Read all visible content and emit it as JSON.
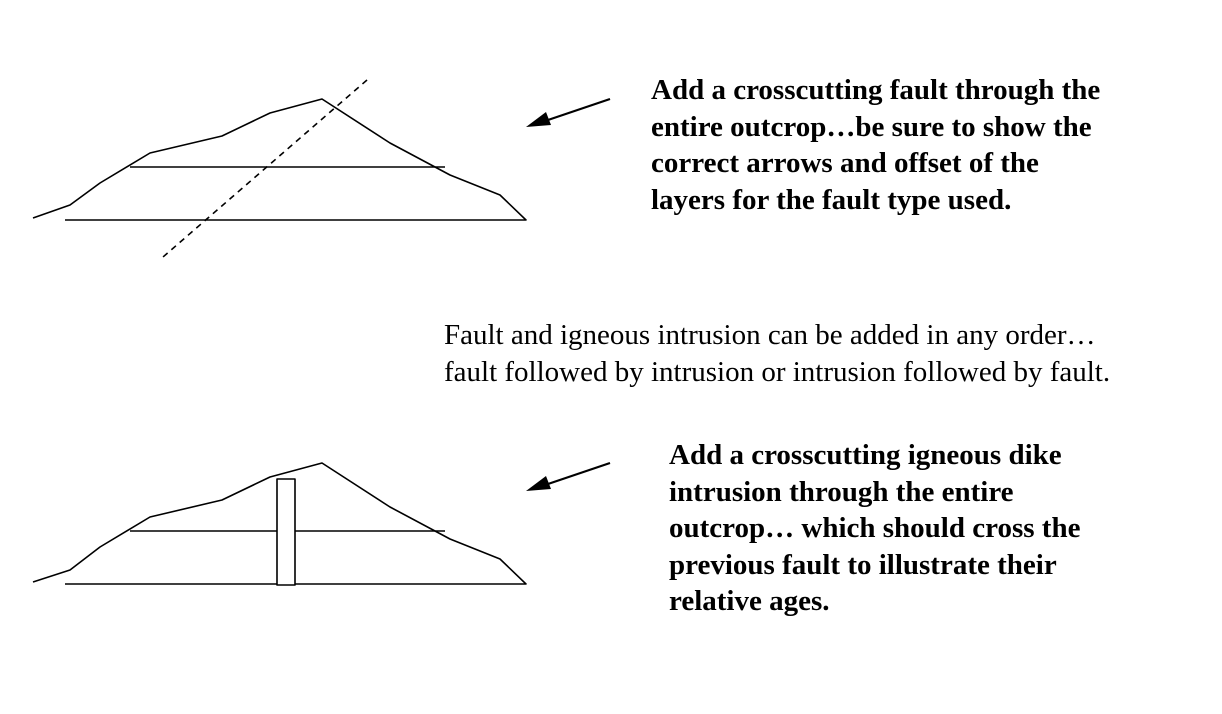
{
  "panels": [
    {
      "id": "fault",
      "instruction": "Add a crosscutting fault through the\nentire outcrop…be sure to show the\ncorrect arrows and offset of the\nlayers for the fault type used.",
      "feature": "dashed fault line"
    },
    {
      "id": "dike",
      "instruction": "Add a crosscutting igneous dike\nintrusion through the entire\noutcrop… which should cross the\nprevious fault to illustrate their\nrelative ages.",
      "feature": "vertical dike rectangle"
    }
  ],
  "note": "Fault and igneous intrusion can be added in any order…\nfault followed by intrusion or intrusion followed by fault.",
  "colors": {
    "line": "#000000",
    "background": "#ffffff"
  },
  "icons": {
    "pointer": "arrow-left-icon"
  }
}
